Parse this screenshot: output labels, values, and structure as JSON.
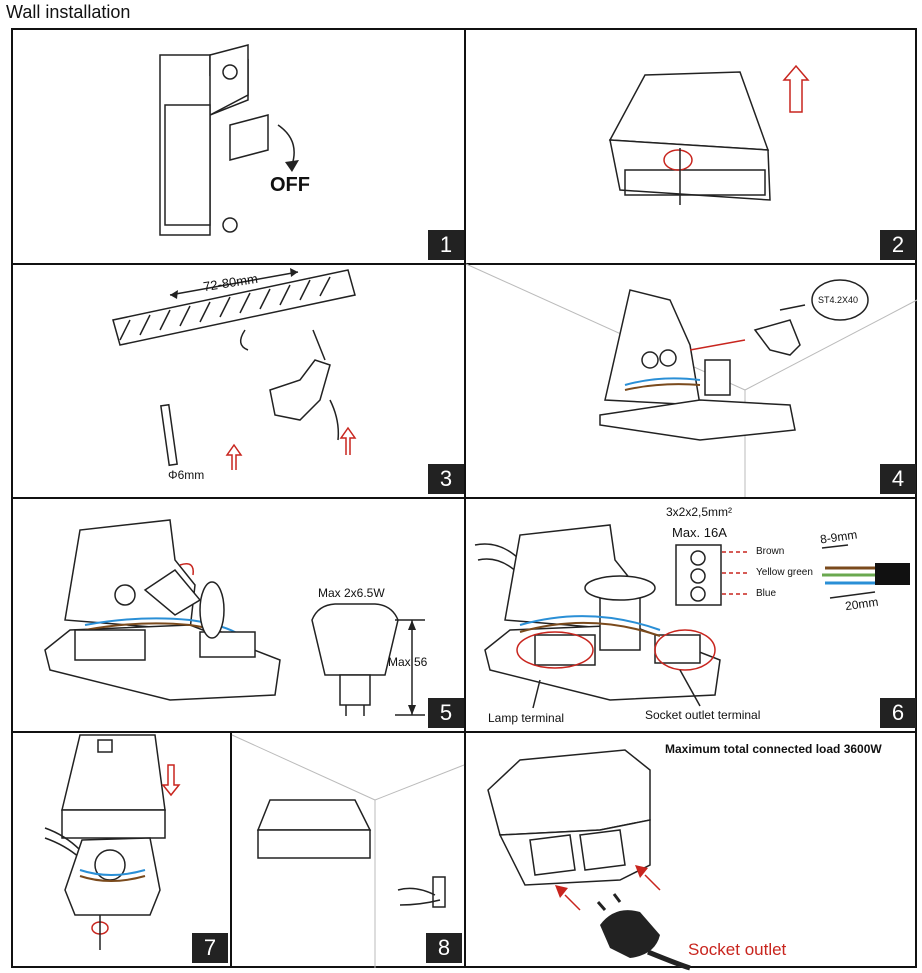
{
  "title": "Wall installation",
  "panels": {
    "p1": {
      "number": "1",
      "off_label": "OFF"
    },
    "p2": {
      "number": "2"
    },
    "p3": {
      "number": "3",
      "distance": "72-80mm",
      "drill_diameter": "Φ6mm"
    },
    "p4": {
      "number": "4",
      "screw_spec": "ST4.2X40"
    },
    "p5": {
      "number": "5",
      "max_power": "Max 2x6.5W",
      "max_height": "Max 56"
    },
    "p6": {
      "number": "6",
      "cable": "3x2x2,5mm²",
      "max_current": "Max. 16A",
      "wire_brown": "Brown",
      "wire_yellow_green": "Yellow green",
      "wire_blue": "Blue",
      "strip_length": "8-9mm",
      "sheath_length": "20mm",
      "lamp_terminal": "Lamp terminal",
      "socket_terminal": "Socket outlet terminal"
    },
    "p7": {
      "number": "7"
    },
    "p8": {
      "number": "8"
    },
    "p9": {
      "max_load": "Maximum total connected load 3600W",
      "socket_outlet": "Socket outlet"
    }
  },
  "colors": {
    "accent_red": "#c8251e",
    "wire_brown": "#7a4a1c",
    "wire_blue": "#2a8fd6",
    "wire_green": "#6aa84f"
  }
}
